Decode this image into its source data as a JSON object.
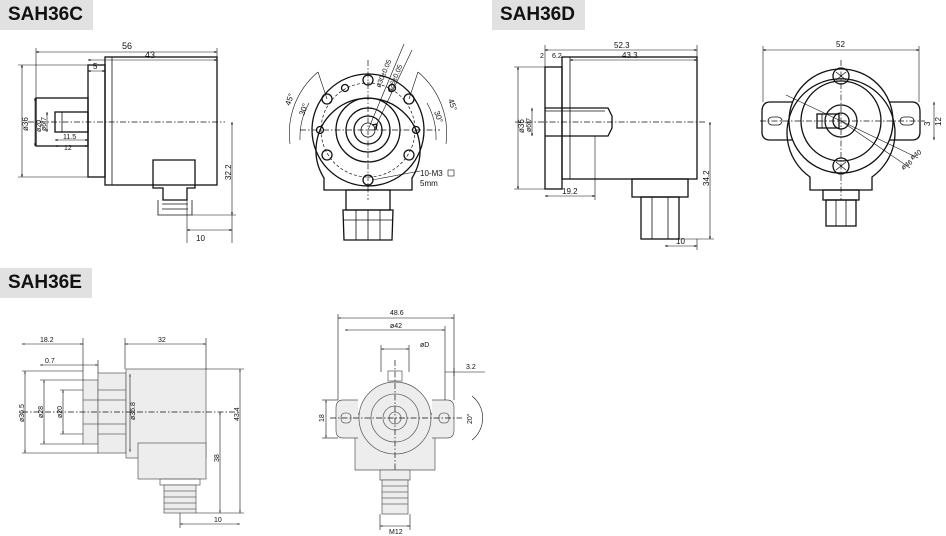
{
  "sections": {
    "c": {
      "title": "SAH36C"
    },
    "d": {
      "title": "SAH36D"
    },
    "e": {
      "title": "SAH36E"
    }
  },
  "c_side": {
    "d56": "56",
    "d43": "43",
    "d5": "5",
    "dia36": "ø36",
    "dia20": "ø20",
    "dia6": "ø6f7",
    "d11": "11.5",
    "d12": "12",
    "d322": "32.2",
    "d10": "10"
  },
  "c_front": {
    "pcd1": "ø30±0.05",
    "pcd2": "ø26±0.05",
    "a45l": "45°",
    "a30l": "30°",
    "a45r": "45°",
    "a30r": "30°",
    "thread": "10-M3",
    "depth": "5mm"
  },
  "d_side": {
    "d523": "52.3",
    "d433": "43.3",
    "d2": "2",
    "d62": "6.2",
    "dia36": "ø36",
    "dia6": "ø6f7",
    "d192": "19.2",
    "d342": "34.2",
    "d10": "10"
  },
  "d_front": {
    "d52": "52",
    "d12": "12",
    "d3": "3",
    "dia40": "ø40",
    "dia46": "ø46"
  },
  "e_side": {
    "d182": "18.2",
    "d07": "0.7",
    "d32": "32",
    "dia365": "ø36.5",
    "dia28": "ø28",
    "dia20": "ø20",
    "dia368": "ø36.8",
    "d434": "43.4",
    "d38": "38",
    "d10": "10"
  },
  "e_front": {
    "d486": "48.6",
    "dia42": "ø42",
    "diaD": "øD",
    "d32": "3.2",
    "d18": "18",
    "a20": "20°",
    "m12": "M12"
  }
}
